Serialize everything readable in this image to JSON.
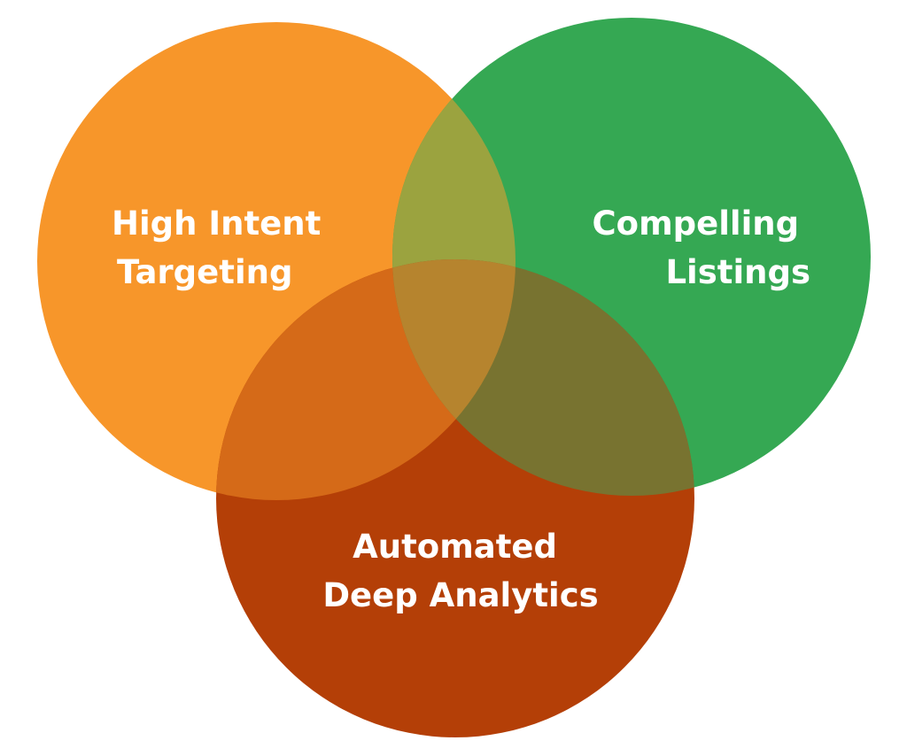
{
  "diagram": {
    "type": "venn",
    "circles": [
      {
        "id": "high-intent",
        "label_lines": [
          "High Intent",
          "Targeting"
        ],
        "color": "#F7962A"
      },
      {
        "id": "compelling",
        "label_lines": [
          "Compelling",
          "Listings"
        ],
        "color": "#35A853"
      },
      {
        "id": "analytics",
        "label_lines": [
          "Automated",
          "Deep Analytics"
        ],
        "color": "#B43F07"
      }
    ],
    "overlap_colors": {
      "orange_green": "#9BA33F",
      "orange_red": "#D56A18",
      "green_red": "#787330",
      "center": "#B6842E"
    }
  }
}
